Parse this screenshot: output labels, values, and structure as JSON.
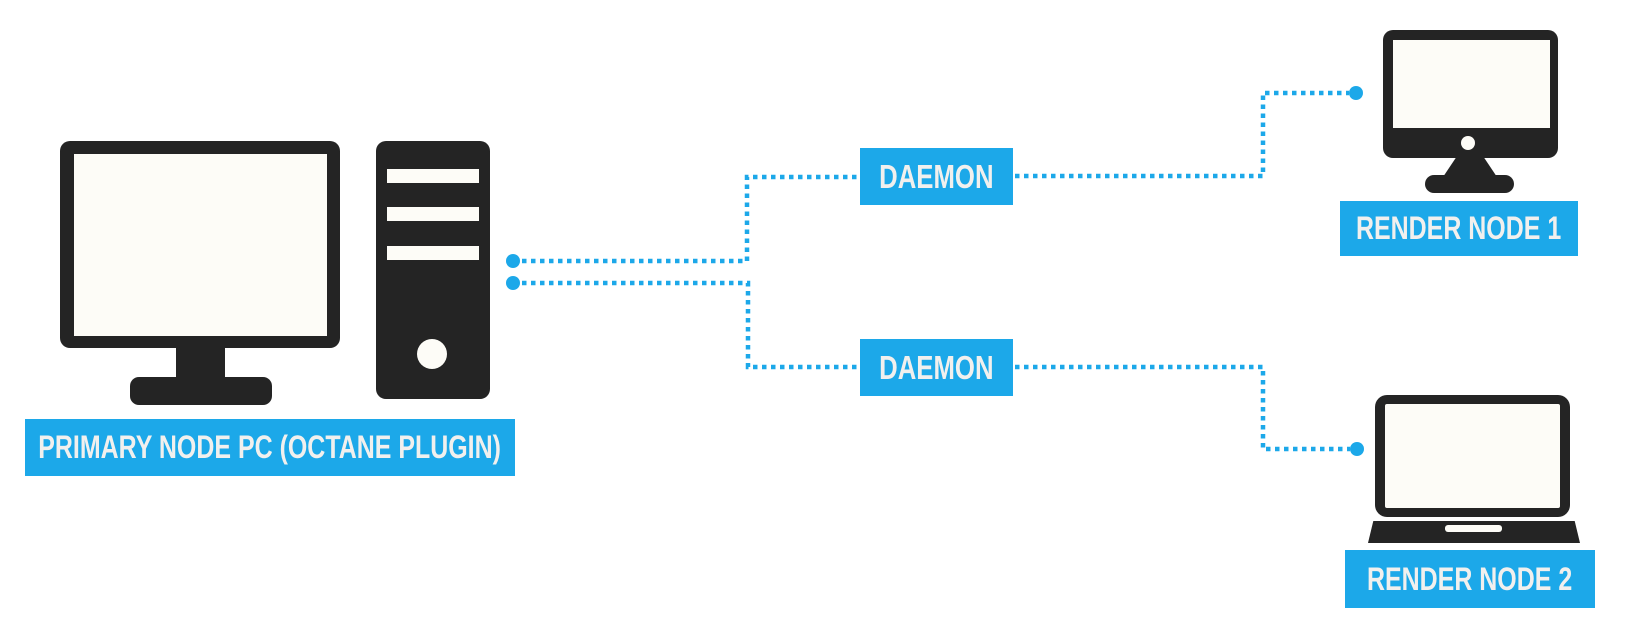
{
  "diagram": {
    "type": "network-rendering-topology",
    "colors": {
      "accent": "#1CA8E9",
      "dark": "#242424",
      "label_text": "#F1F0EE",
      "screen": "#FDFCF7",
      "background": "#FFFFFF"
    },
    "nodes": {
      "primary": {
        "label": "PRIMARY NODE PC (OCTANE PLUGIN)",
        "icon": "desktop-pc-with-tower"
      },
      "daemon_1": {
        "label": "DAEMON"
      },
      "daemon_2": {
        "label": "DAEMON"
      },
      "render_node_1": {
        "label": "RENDER NODE 1",
        "icon": "desktop-monitor"
      },
      "render_node_2": {
        "label": "RENDER NODE 2",
        "icon": "laptop"
      }
    },
    "connections": [
      {
        "from": "primary",
        "to": "daemon_1",
        "style": "dotted"
      },
      {
        "from": "primary",
        "to": "daemon_2",
        "style": "dotted"
      },
      {
        "from": "daemon_1",
        "to": "render_node_1",
        "style": "dotted"
      },
      {
        "from": "daemon_2",
        "to": "render_node_2",
        "style": "dotted"
      }
    ]
  }
}
